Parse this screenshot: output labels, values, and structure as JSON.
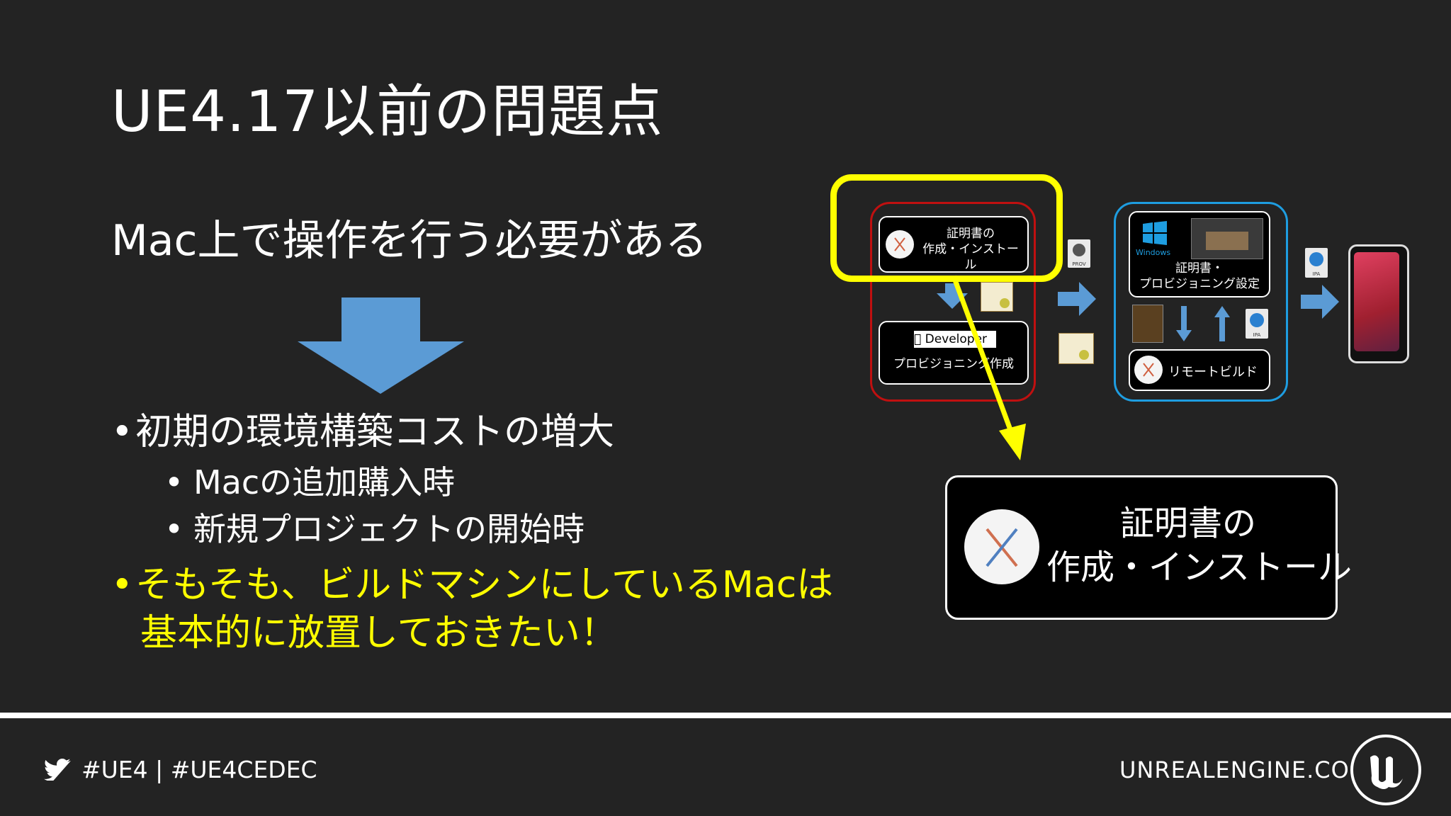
{
  "slide": {
    "title": "UE4.17以前の問題点",
    "subtitle": "Mac上で操作を行う必要がある",
    "bullets": [
      {
        "text": "初期の環境構築コストの増大",
        "sub": [
          "Macの追加購入時",
          "新規プロジェクトの開始時"
        ]
      },
      {
        "text_line1": "そもそも、ビルドマシンにしているMacは",
        "text_line2": "基本的に放置しておきたい！"
      }
    ],
    "colors": {
      "background": "#232323",
      "highlight": "#ffff00",
      "arrow": "#5b9bd5",
      "group_red": "#c01010",
      "group_blue": "#1e9de0"
    }
  },
  "diagram": {
    "cert_small_line1": "証明書の",
    "cert_small_line2": "作成・インストール",
    "developer_label": "Developer",
    "provision_small": "プロビジョニング作成",
    "prov_file_label": "PROV",
    "windows_label": "Windows",
    "win_box_line1": "証明書・",
    "win_box_line2": "プロビジョニング設定",
    "ipa_label": "IPA",
    "remote_build": "リモートビルド",
    "cert_large_line1": "証明書の",
    "cert_large_line2": "作成・インストール"
  },
  "footer": {
    "hashtags": "#UE4 | #UE4CEDEC",
    "site": "UNREALENGINE.COM"
  }
}
